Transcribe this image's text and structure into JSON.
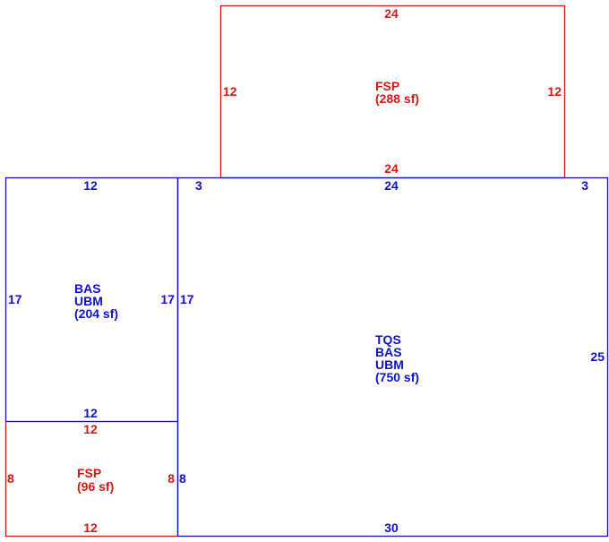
{
  "colors": {
    "living": "#1010c8",
    "porch": "#d01818",
    "background": "#ffffff"
  },
  "areas": {
    "fsp_top": {
      "label_lines": [
        "FSP",
        "(288 sf)"
      ],
      "dims": {
        "top": "24",
        "bottom": "24",
        "left": "12",
        "right": "12"
      }
    },
    "bas_left": {
      "label_lines": [
        "BAS",
        "UBM",
        "(204 sf)"
      ],
      "dims": {
        "top": "12",
        "bottom": "12",
        "left": "17",
        "right": "17"
      }
    },
    "fsp_bottom": {
      "label_lines": [
        "FSP",
        "(96 sf)"
      ],
      "dims": {
        "top": "12",
        "bottom": "12",
        "left": "8",
        "right": "8"
      }
    },
    "tqs_main": {
      "label_lines": [
        "TQS",
        "BAS",
        "UBM",
        "(750 sf)"
      ],
      "dims": {
        "top_left": "3",
        "top_center": "24",
        "top_right": "3",
        "right": "25",
        "bottom": "30",
        "left_upper": "17",
        "left_lower": "8"
      }
    }
  }
}
